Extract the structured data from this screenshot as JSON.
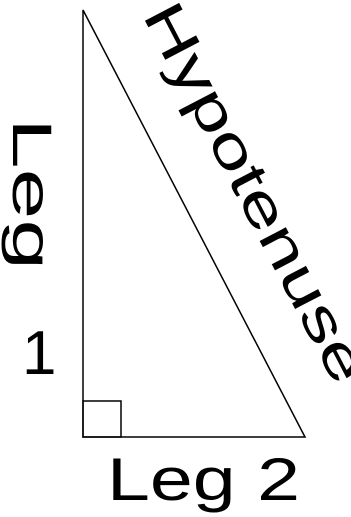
{
  "labels": {
    "hypotenuse": "Hypotenuse",
    "leg1_word": "Leg",
    "leg1_number": "1",
    "leg2": "Leg 2"
  },
  "colors": {
    "stroke": "#000000",
    "background": "#ffffff"
  }
}
